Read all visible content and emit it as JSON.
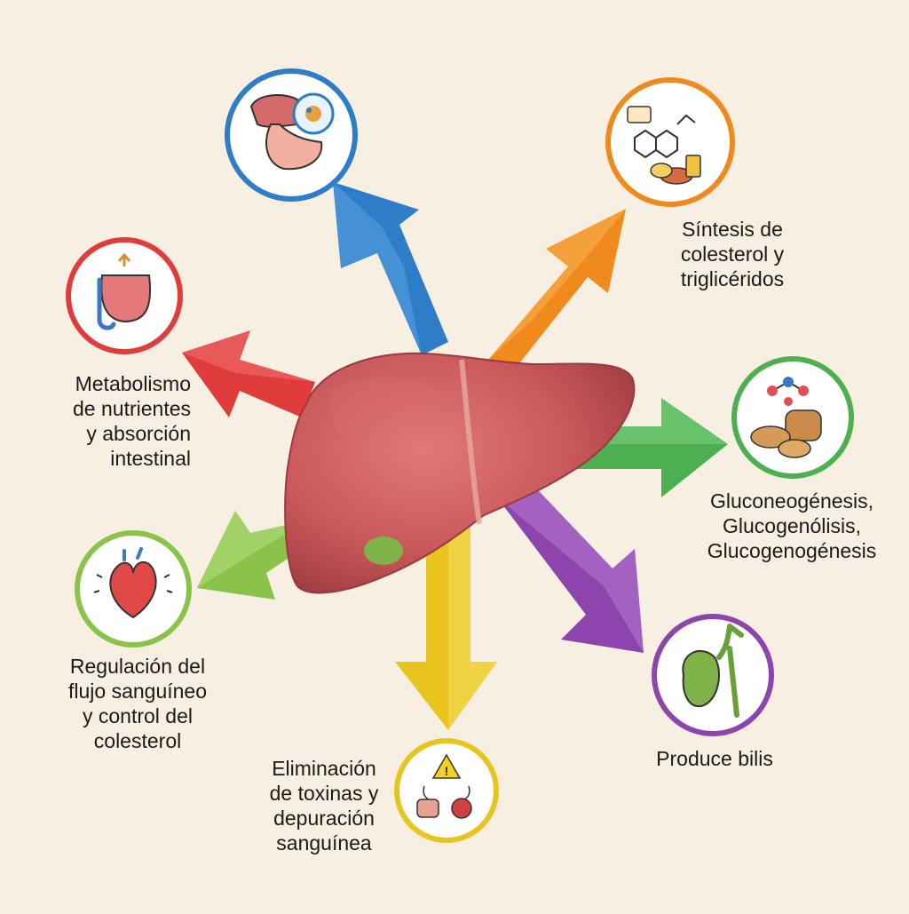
{
  "functions": [
    {
      "id": "top",
      "color": "#2f7dc8",
      "icon": "stomach-liver-cell-icon",
      "lines": []
    },
    {
      "id": "synthesis",
      "color": "#f08a1c",
      "icon": "cholesterol-molecule-food-icon",
      "lines": [
        "Síntesis de",
        "colesterol y",
        "triglicéridos"
      ]
    },
    {
      "id": "glucose",
      "color": "#4caf50",
      "icon": "molecule-bread-icon",
      "lines": [
        "Gluconeogénesis,",
        "Glucogenólisis,",
        "Glucogenogénesis"
      ]
    },
    {
      "id": "bile",
      "color": "#8e44ad",
      "icon": "gallbladder-icon",
      "lines": [
        "Produce bilis"
      ]
    },
    {
      "id": "detox",
      "color": "#e8c51e",
      "icon": "warning-detox-icon",
      "lines": [
        "Eliminación",
        "de toxinas y",
        "depuración",
        "sanguínea"
      ]
    },
    {
      "id": "bloodflow",
      "color": "#8bc34a",
      "icon": "heart-icon",
      "lines": [
        "Regulación del",
        "flujo sanguíneo",
        "y control del",
        "colesterol"
      ]
    },
    {
      "id": "metabolism",
      "color": "#e03c3c",
      "icon": "intestine-icon",
      "lines": [
        "Metabolismo",
        "de nutrientes",
        "y absorción",
        "intestinal"
      ]
    }
  ],
  "icons": {
    "center": "liver-icon"
  }
}
